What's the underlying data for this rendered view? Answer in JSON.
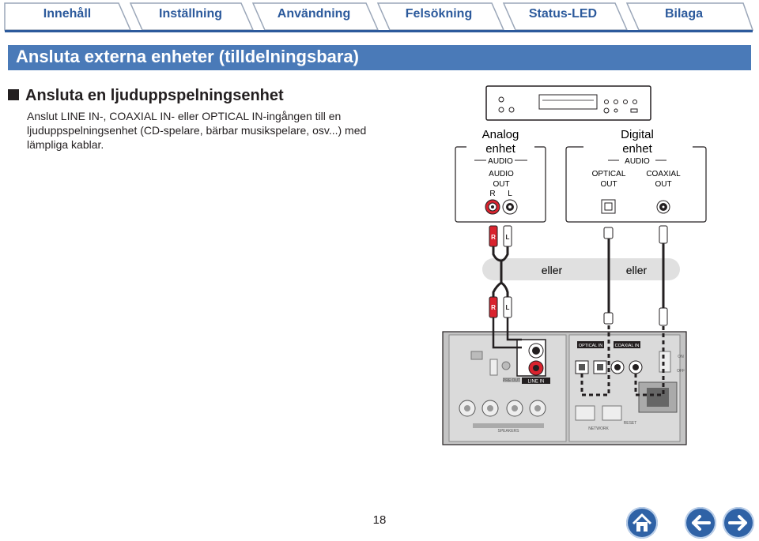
{
  "tabs": [
    {
      "label": "Innehåll"
    },
    {
      "label": "Inställning"
    },
    {
      "label": "Användning"
    },
    {
      "label": "Felsökning"
    },
    {
      "label": "Status-LED"
    },
    {
      "label": "Bilaga"
    }
  ],
  "page_title": "Ansluta externa enheter (tilldelningsbara)",
  "section": {
    "heading": "Ansluta en ljuduppspelningsenhet",
    "body": "Anslut LINE IN-, COAXIAL IN- eller OPTICAL IN-ingången till en ljuduppspelningsenhet (CD-spelare, bärbar musikspelare, osv...) med lämpliga kablar."
  },
  "diagram": {
    "analog_title": "Analog enhet",
    "analog_audio": "AUDIO",
    "analog_out": "AUDIO OUT",
    "r_label": "R",
    "l_label": "L",
    "digital_title": "Digital enhet",
    "digital_audio": "AUDIO",
    "optical_out": "OPTICAL OUT",
    "coaxial_out": "COAXIAL OUT",
    "or_1": "eller",
    "or_2": "eller",
    "plug_r": "R",
    "plug_l": "L",
    "rear_line_in": "LINE IN",
    "rear_optical_in": "OPTICAL IN",
    "rear_coaxial_in": "COAXIAL IN",
    "rear_speakers": "SPEAKERS",
    "rear_network": "NETWORK",
    "rear_reset": "RESET",
    "rear_on": "ON",
    "rear_off": "OFF",
    "rear_pre_out": "PRE OUT"
  },
  "footer": {
    "page_number": "18"
  },
  "nav": {
    "home_icon": "home-icon",
    "back_icon": "arrow-left-icon",
    "forward_icon": "arrow-right-icon"
  },
  "colors": {
    "tab_text": "#2c5a9c",
    "title_bar": "#4a7ab8",
    "nav_button": "#2f62a6",
    "red_plug": "#d9232e"
  }
}
